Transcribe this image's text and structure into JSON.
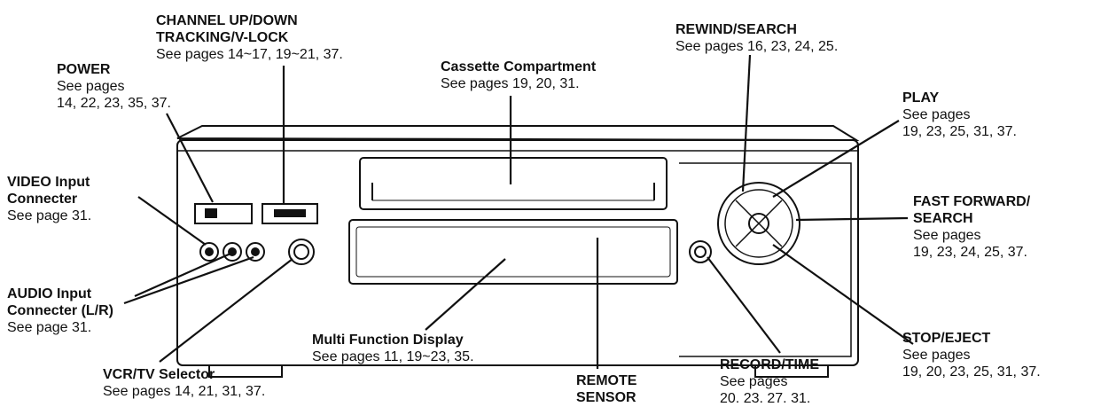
{
  "labels": {
    "power": {
      "title": "POWER",
      "lines": [
        "See pages",
        "14, 22, 23, 35, 37."
      ]
    },
    "channel": {
      "title": "CHANNEL UP/DOWN",
      "lines": [
        "TRACKING/V-LOCK",
        "See pages 14~17, 19~21, 37."
      ]
    },
    "cassette": {
      "title": "Cassette Compartment",
      "lines": [
        "See pages 19, 20, 31."
      ]
    },
    "rewind": {
      "title": "REWIND/SEARCH",
      "lines": [
        "See pages 16, 23, 24, 25."
      ]
    },
    "play": {
      "title": "PLAY",
      "lines": [
        "See pages",
        "19, 23, 25, 31, 37."
      ]
    },
    "video_input": {
      "title": "VIDEO Input",
      "lines": [
        "Connecter",
        "See page 31."
      ]
    },
    "fast_forward": {
      "title": "FAST FORWARD/",
      "lines": [
        "SEARCH",
        "See pages",
        "19, 23, 24, 25, 37."
      ]
    },
    "audio_input": {
      "title": "AUDIO Input",
      "lines": [
        "Connecter (L/R)",
        "See page 31."
      ]
    },
    "multi_display": {
      "title": "Multi Function Display",
      "lines": [
        "See pages 11, 19~23, 35."
      ]
    },
    "stop_eject": {
      "title": "STOP/EJECT",
      "lines": [
        "See pages",
        "19, 20, 23, 25, 31, 37."
      ]
    },
    "vcr_tv": {
      "title": "VCR/TV Selector",
      "lines": [
        "See pages 14, 21, 31, 37."
      ]
    },
    "remote": {
      "title": "REMOTE",
      "lines": [
        "SENSOR"
      ]
    },
    "record_time": {
      "title": "RECORD/TIME",
      "lines": [
        "See pages",
        "20. 23. 27. 31."
      ]
    }
  }
}
